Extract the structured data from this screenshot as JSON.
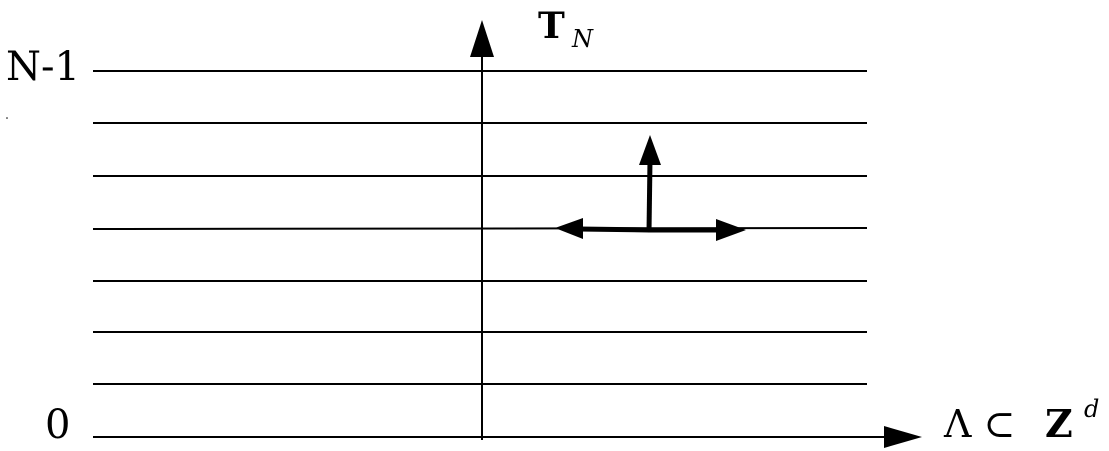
{
  "diagram": {
    "vertical_axis_label": {
      "main": "T",
      "subscript": "N"
    },
    "horizontal_axis_label": {
      "prefix": "Λ ⊂ ",
      "main": "Z",
      "superscript": "d"
    },
    "level_labels": {
      "top": "N-1",
      "bottom": "0"
    },
    "level_count": 8,
    "colors": {
      "ink": "#000000",
      "background": "#ffffff"
    }
  }
}
